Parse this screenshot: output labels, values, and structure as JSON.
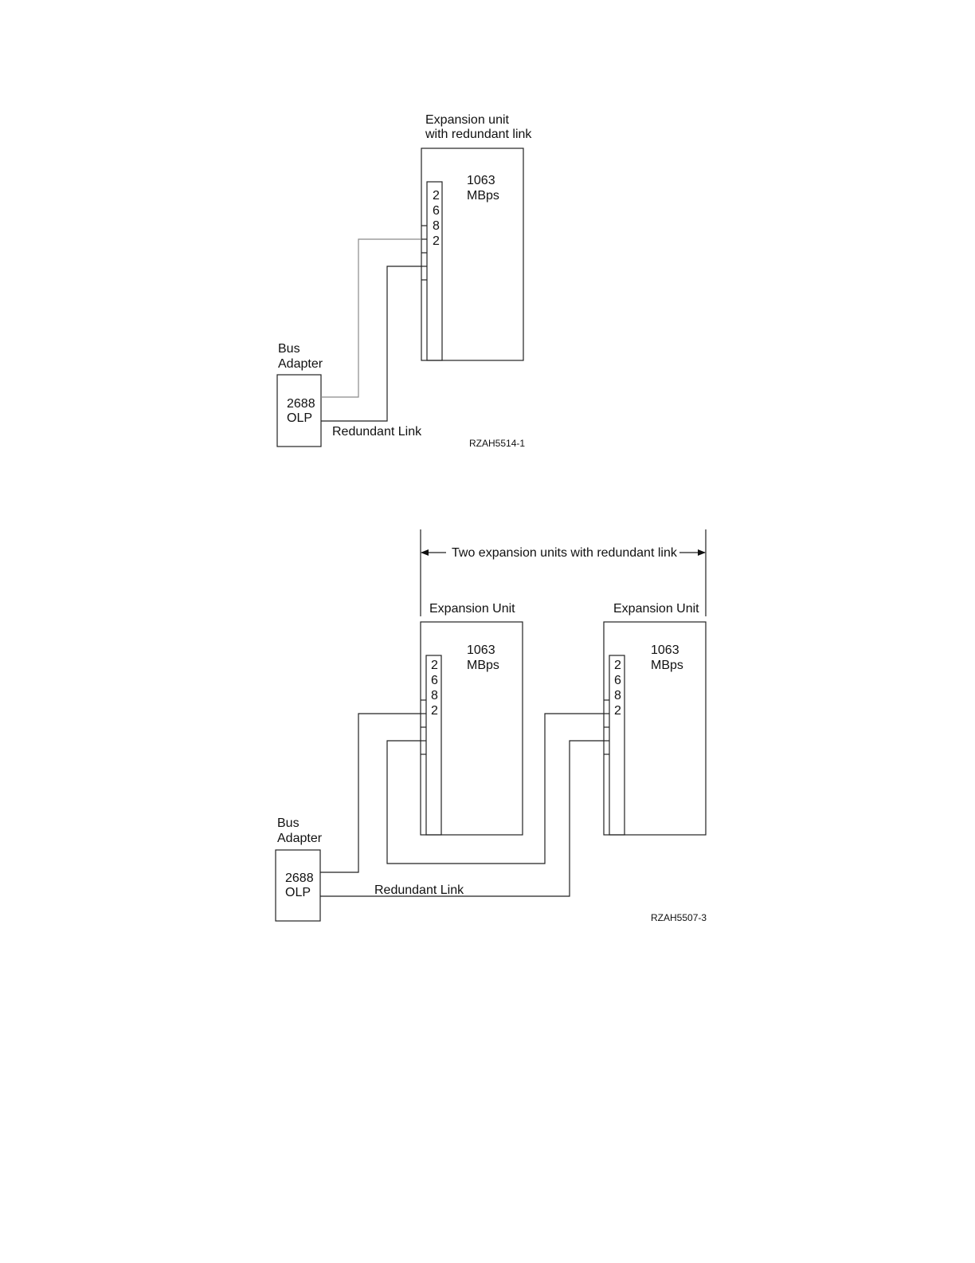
{
  "figure1": {
    "unit_label_line1": "Expansion unit",
    "unit_label_line2": "with redundant link",
    "speed_line1": "1063",
    "speed_line2": "MBps",
    "card_digits": [
      "2",
      "6",
      "8",
      "2"
    ],
    "adapter_label_line1": "Bus",
    "adapter_label_line2": "Adapter",
    "adapter_model_line1": "2688",
    "adapter_model_line2": "OLP",
    "redundant_label": "Redundant Link",
    "figure_id": "RZAH5514-1"
  },
  "figure2": {
    "span_label": "Two expansion units with redundant link",
    "unit_left_label": "Expansion Unit",
    "unit_right_label": "Expansion Unit",
    "speed_line1": "1063",
    "speed_line2": "MBps",
    "card_digits": [
      "2",
      "6",
      "8",
      "2"
    ],
    "adapter_label_line1": "Bus",
    "adapter_label_line2": "Adapter",
    "adapter_model_line1": "2688",
    "adapter_model_line2": "OLP",
    "redundant_label": "Redundant Link",
    "figure_id": "RZAH5507-3"
  }
}
